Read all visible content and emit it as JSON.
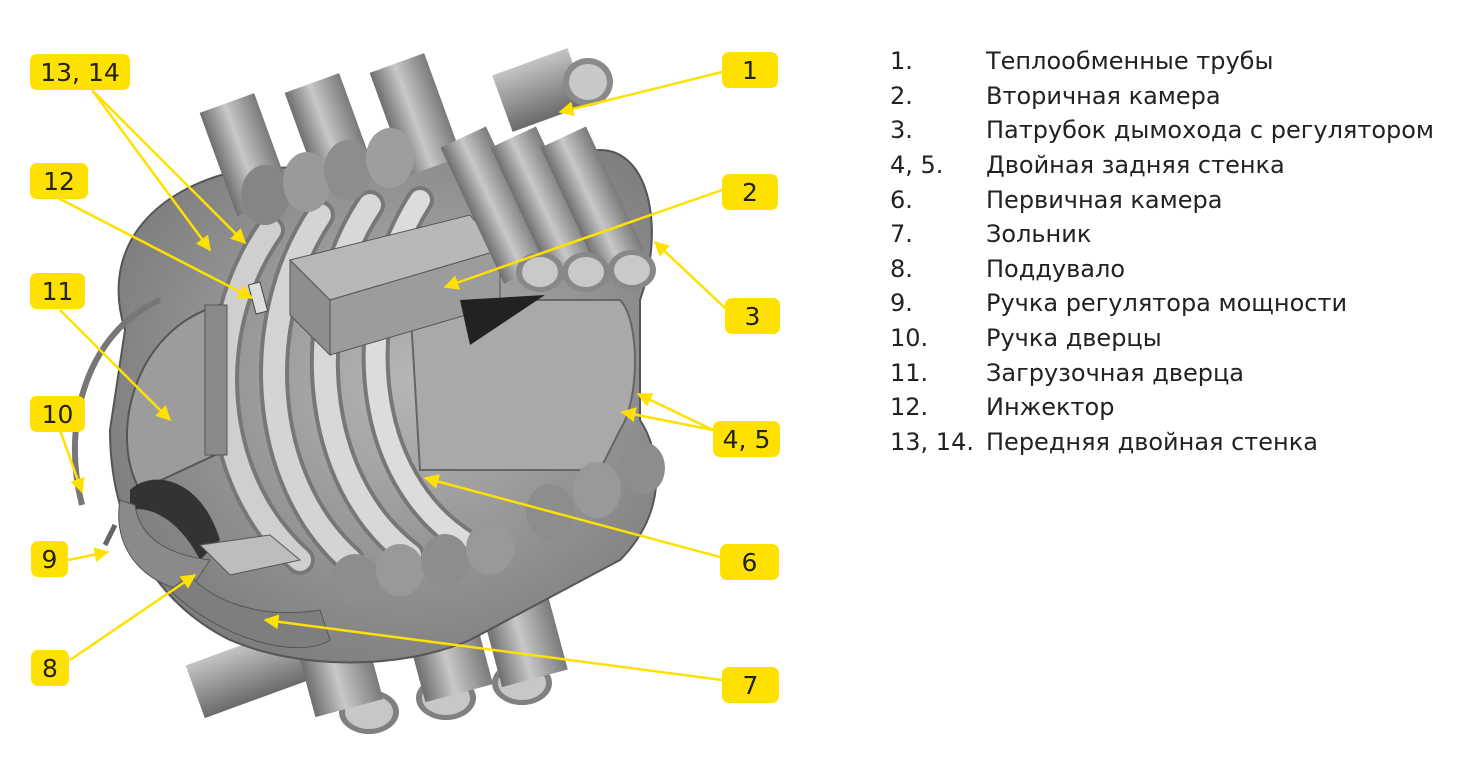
{
  "callouts": [
    "1",
    "2",
    "3",
    "4, 5",
    "6",
    "7",
    "8",
    "9",
    "10",
    "11",
    "12",
    "13, 14"
  ],
  "legend": [
    {
      "num": "1.",
      "text": "Теплообменные трубы"
    },
    {
      "num": "2.",
      "text": "Вторичная камера"
    },
    {
      "num": "3.",
      "text": "Патрубок дымохода с регулятором"
    },
    {
      "num": "4, 5.",
      "text": "Двойная задняя стенка"
    },
    {
      "num": "6.",
      "text": "Первичная камера"
    },
    {
      "num": "7.",
      "text": "Зольник"
    },
    {
      "num": "8.",
      "text": "Поддувало"
    },
    {
      "num": "9.",
      "text": "Ручка регулятора мощности"
    },
    {
      "num": "10.",
      "text": "Ручка дверцы"
    },
    {
      "num": "11.",
      "text": "Загрузочная дверца"
    },
    {
      "num": "12.",
      "text": "Инжектор"
    },
    {
      "num": "13, 14.",
      "text": "Передняя двойная стенка"
    }
  ],
  "colors": {
    "callout": "#FFE100",
    "body": "#9a9a9a",
    "text": "#222222"
  }
}
